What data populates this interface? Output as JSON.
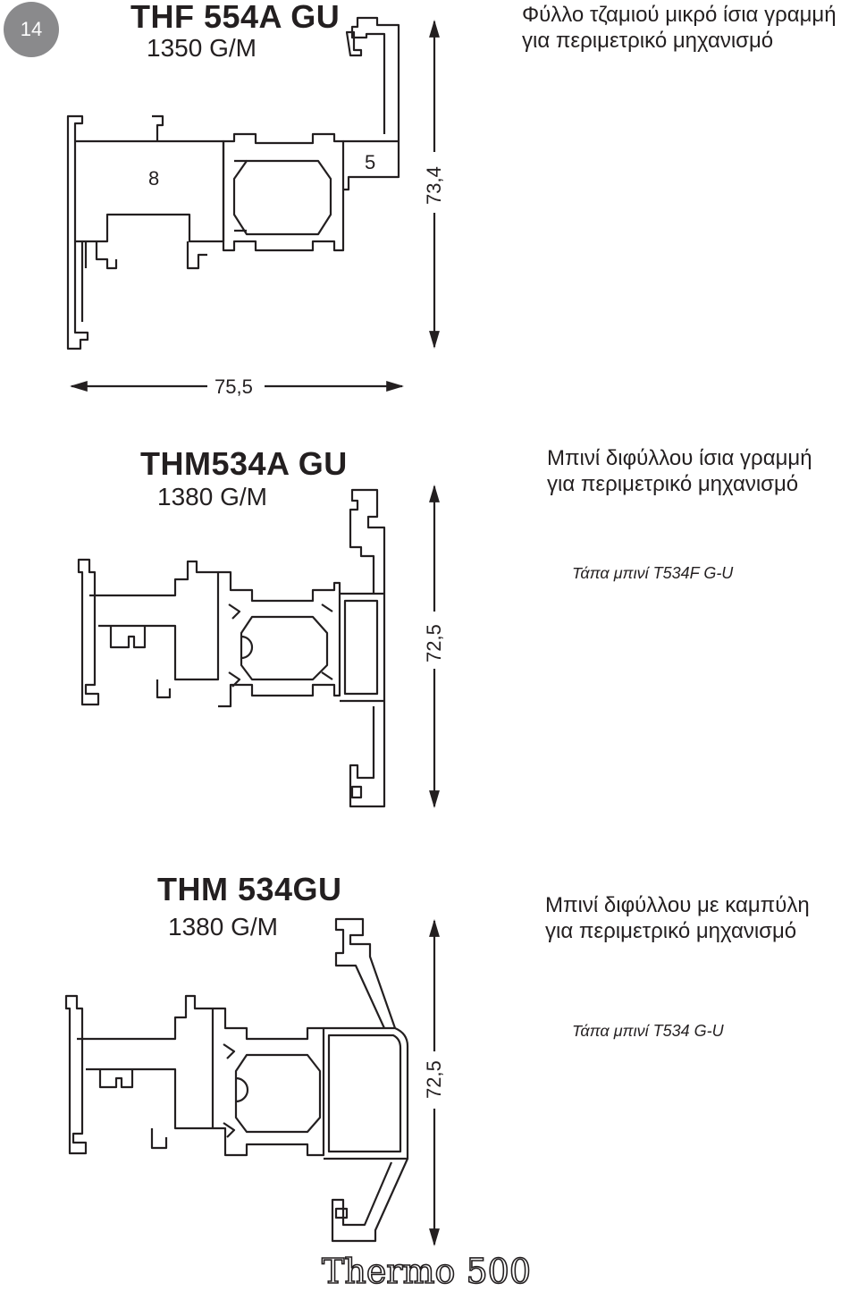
{
  "page": {
    "number": "14"
  },
  "sections": [
    {
      "code": "THF 554A GU",
      "weight": "1350 G/M",
      "description": [
        "Φύλλο τζαμιού μικρό ίσια γραμμή",
        "για περιμετρικό μηχανισμό"
      ],
      "caption": "",
      "dims": {
        "height": "73,4",
        "width": "75,5",
        "inner_left": "8",
        "inner_right": "5"
      }
    },
    {
      "code": "THM534A GU",
      "weight": "1380 G/M",
      "description": [
        "Μπινί διφύλλου ίσια γραμμή",
        "για περιμετρικό μηχανισμό"
      ],
      "caption": "Τάπα μπινί T534F G-U",
      "dims": {
        "height": "72,5"
      }
    },
    {
      "code": "THM 534GU",
      "weight": "1380 G/M",
      "description": [
        "Μπινί διφύλλου με καμπύλη",
        "για περιμετρικό μηχανισμό"
      ],
      "caption": "Τάπα μπινί T534 G-U",
      "dims": {
        "height": "72,5"
      }
    }
  ],
  "footer": {
    "brand": "Thermo 500"
  },
  "colors": {
    "ink": "#231f20",
    "badge": "#8a8a8c"
  }
}
